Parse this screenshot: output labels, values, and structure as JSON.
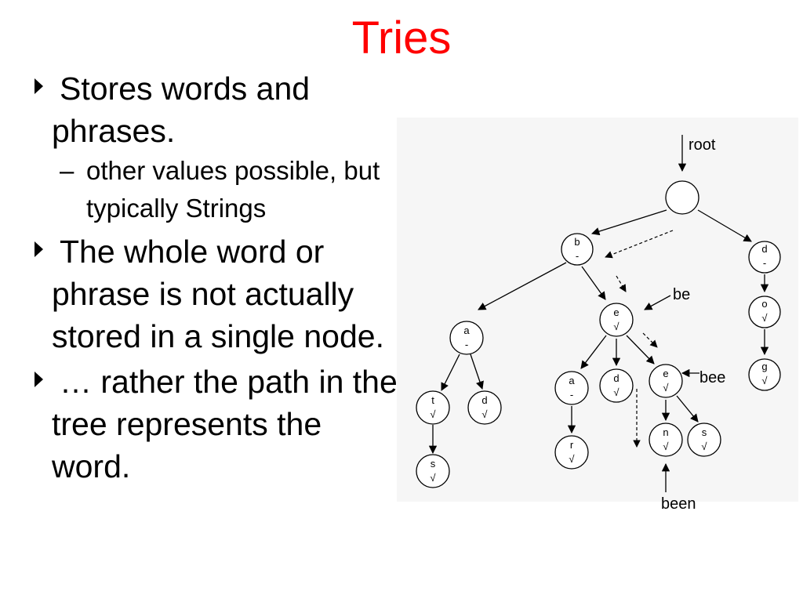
{
  "slide": {
    "title": "Tries",
    "bullets": [
      {
        "text": "Stores words and phrases."
      },
      {
        "text": "The whole word or phrase is not actually stored in a single node."
      },
      {
        "text": "… rather the path in the tree represents the word."
      }
    ],
    "sub_bullet": {
      "dash": "–",
      "text": "other values possible, but typically Strings"
    }
  },
  "diagram": {
    "labels": {
      "root": "root",
      "be": "be",
      "bee": "bee",
      "been": "been"
    },
    "nodes": [
      {
        "id": "root",
        "letter": "",
        "mark": ""
      },
      {
        "id": "b",
        "letter": "b",
        "mark": "-"
      },
      {
        "id": "d1",
        "letter": "d",
        "mark": "-"
      },
      {
        "id": "o",
        "letter": "o",
        "mark": "√"
      },
      {
        "id": "g",
        "letter": "g",
        "mark": "√"
      },
      {
        "id": "e1",
        "letter": "e",
        "mark": "√"
      },
      {
        "id": "a1",
        "letter": "a",
        "mark": "-"
      },
      {
        "id": "t",
        "letter": "t",
        "mark": "√"
      },
      {
        "id": "d2",
        "letter": "d",
        "mark": "√"
      },
      {
        "id": "s1",
        "letter": "s",
        "mark": "√"
      },
      {
        "id": "a2",
        "letter": "a",
        "mark": "-"
      },
      {
        "id": "d3",
        "letter": "d",
        "mark": "√"
      },
      {
        "id": "e2",
        "letter": "e",
        "mark": "√"
      },
      {
        "id": "r",
        "letter": "r",
        "mark": "√"
      },
      {
        "id": "n",
        "letter": "n",
        "mark": "√"
      },
      {
        "id": "s2",
        "letter": "s",
        "mark": "√"
      }
    ]
  }
}
